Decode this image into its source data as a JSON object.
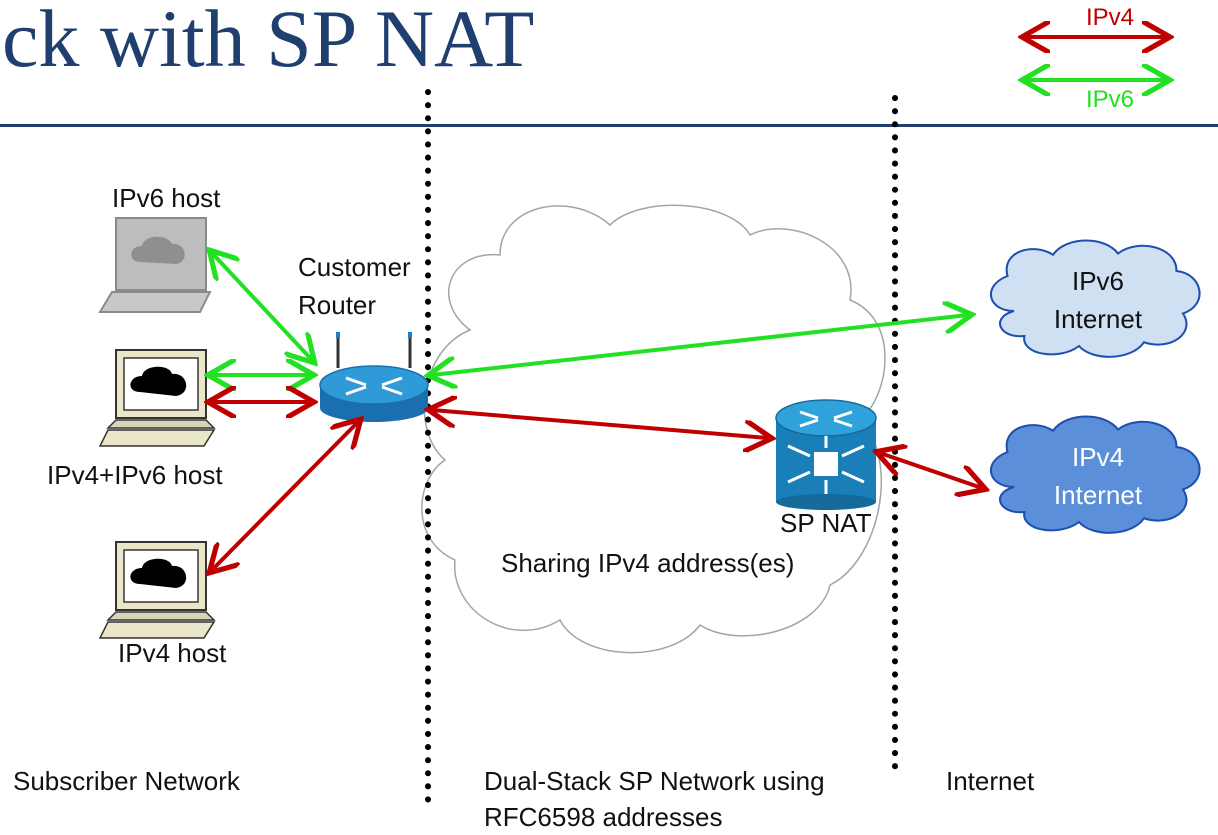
{
  "title": "ck with SP NAT",
  "legend": {
    "ipv4": "IPv4",
    "ipv6": "IPv6"
  },
  "colors": {
    "ipv4": "#c00000",
    "ipv6": "#22e022",
    "title": "#1f3f6e",
    "cloud_ipv6": "#cfe0f3",
    "cloud_ipv4": "#5b8fd9"
  },
  "hosts": {
    "ipv6": "IPv6 host",
    "dual": "IPv4+IPv6 host",
    "ipv4": "IPv4 host"
  },
  "customer_router": {
    "line1": "Customer",
    "line2": "Router"
  },
  "clouds": {
    "ipv6": {
      "line1": "IPv6",
      "line2": "Internet"
    },
    "ipv4": {
      "line1": "IPv4",
      "line2": "Internet"
    }
  },
  "sp_nat": {
    "line1": "SP NAT",
    "line2": "Sharing IPv4 address(es)"
  },
  "zones": {
    "subscriber": "Subscriber Network",
    "sp_line1": "Dual-Stack SP Network using",
    "sp_line2": "RFC6598 addresses",
    "internet": "Internet"
  }
}
